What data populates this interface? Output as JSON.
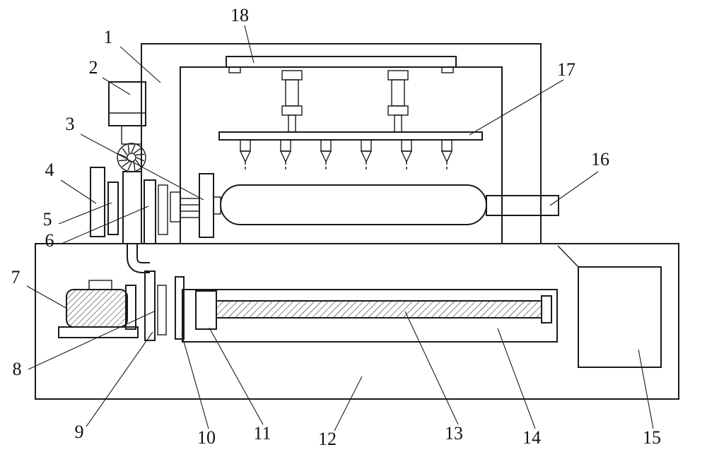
{
  "colors": {
    "background": "#ffffff",
    "line": "#1a1a1a"
  },
  "labels": {
    "1": "1",
    "2": "2",
    "3": "3",
    "4": "4",
    "5": "5",
    "6": "6",
    "7": "7",
    "8": "8",
    "9": "9",
    "10": "10",
    "11": "11",
    "12": "12",
    "13": "13",
    "14": "14",
    "15": "15",
    "16": "16",
    "17": "17",
    "18": "18"
  }
}
